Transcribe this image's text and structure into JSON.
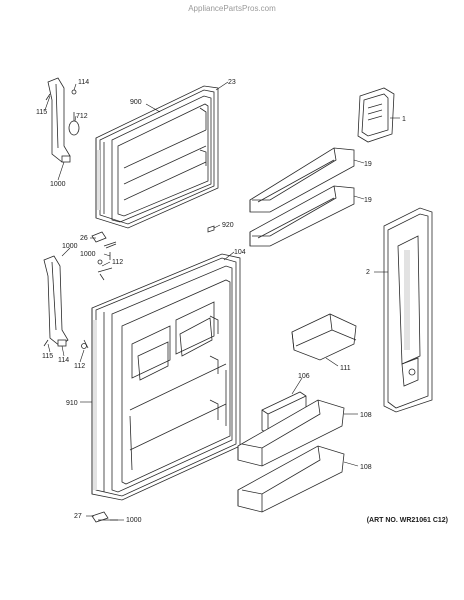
{
  "watermark": "AppliancePartsPros.com",
  "art_number": "(ART NO. WR21061 C12)",
  "callouts": {
    "c115a": "115",
    "c114a": "114",
    "c712": "712",
    "c1000a": "1000",
    "c900": "900",
    "c23": "23",
    "c1": "1",
    "c19a": "19",
    "c19b": "19",
    "c920": "920",
    "c26": "26",
    "c1000b": "1000",
    "c1000c": "1000",
    "c112a": "112",
    "c104": "104",
    "c2": "2",
    "c115b": "115",
    "c114b": "114",
    "c112b": "112",
    "c111": "111",
    "c910": "910",
    "c106": "106",
    "c108a": "108",
    "c108b": "108",
    "c27": "27",
    "c1000d": "1000"
  }
}
